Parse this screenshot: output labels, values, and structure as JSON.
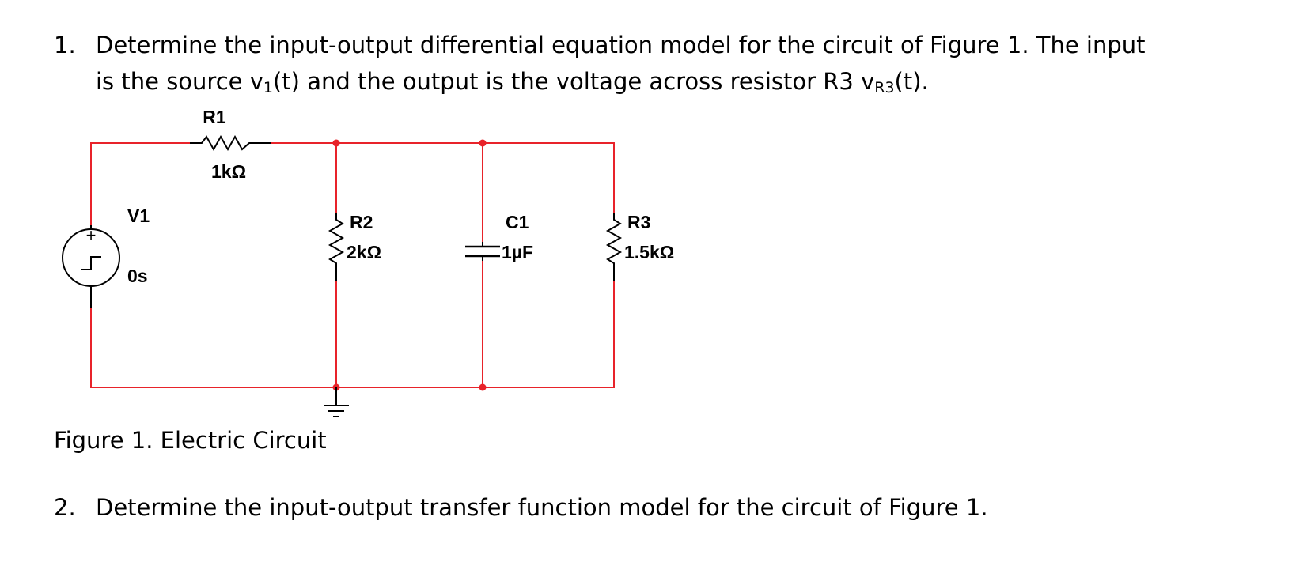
{
  "questions": [
    {
      "number": "1.",
      "line1": "Determine the input-output differential equation model for the circuit of Figure 1. The input",
      "line2_a": "is the source v",
      "line2_sub1": "1",
      "line2_b": "(t) and the output is the voltage across resistor R3 v",
      "line2_sub2": "R3",
      "line2_c": "(t)."
    },
    {
      "number": "2.",
      "text": "Determine the input-output transfer function model for the circuit of Figure 1."
    }
  ],
  "figure": {
    "caption": "Figure 1. Electric Circuit",
    "components": {
      "r1": {
        "name": "R1",
        "value": "1kΩ"
      },
      "v1": {
        "name": "V1",
        "value": "0s",
        "plus": "+"
      },
      "r2": {
        "name": "R2",
        "value": "2kΩ"
      },
      "c1": {
        "name": "C1",
        "value": "1µF"
      },
      "r3": {
        "name": "R3",
        "value": "1.5kΩ"
      }
    },
    "colors": {
      "wire": "#e8232a",
      "node": "#e8232a",
      "component": "#000000"
    }
  }
}
